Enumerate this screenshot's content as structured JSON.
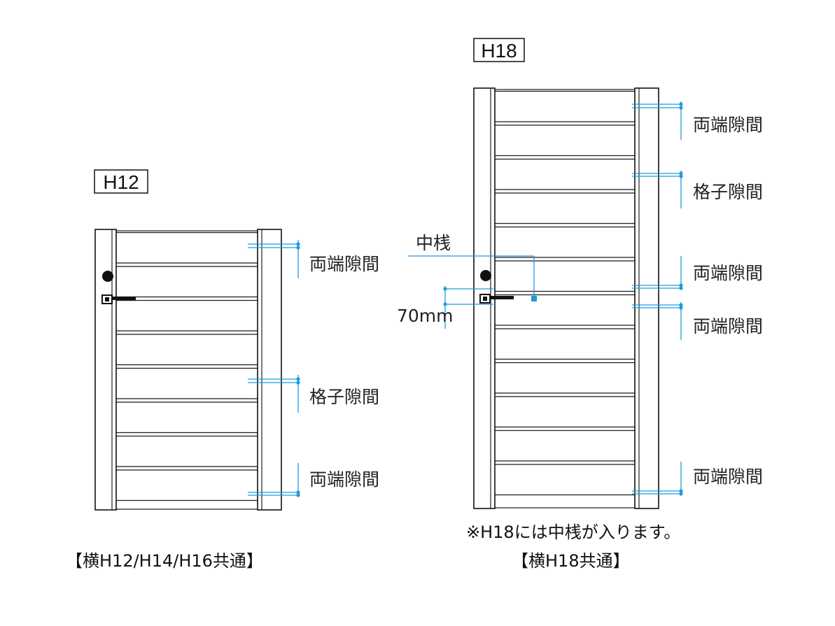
{
  "gate_small": {
    "title": "H12",
    "labels": [
      "両端隙間",
      "格子隙間",
      "両端隙間"
    ],
    "caption": "【横H12/H14/H16共通】"
  },
  "gate_large": {
    "title": "H18",
    "labels": [
      "両端隙間",
      "格子隙間",
      "両端隙間",
      "両端隙間",
      "両端隙間"
    ],
    "mid_rail_label": "中桟",
    "dimension_label": "70mm",
    "note": "※H18には中桟が入ります。",
    "caption": "【横H18共通】"
  },
  "colors": {
    "dimension": "#1a9be0",
    "line": "#111111"
  }
}
